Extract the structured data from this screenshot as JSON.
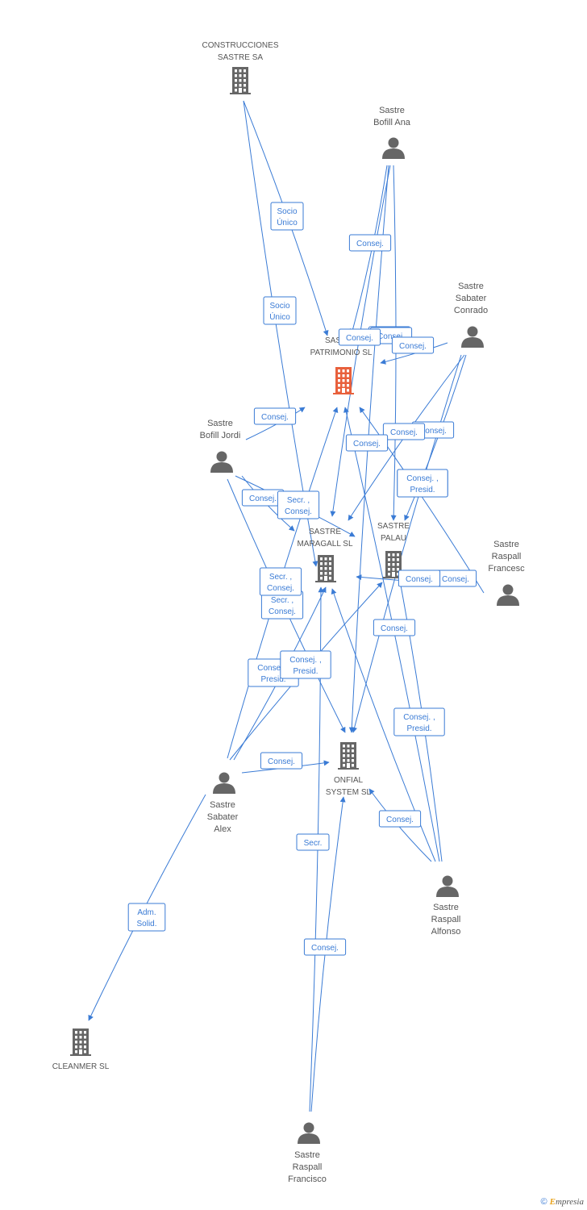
{
  "colors": {
    "edge": "#3a7bd5",
    "node": "#666666",
    "focus": "#e8603c",
    "text": "#555555"
  },
  "nodes": [
    {
      "id": "construcciones",
      "type": "company",
      "label": [
        "CONSTRUCCIONES",
        "SASTRE SA"
      ],
      "icon": "building-icon"
    },
    {
      "id": "patrimonio",
      "type": "company",
      "focus": true,
      "label": [
        "SASTRE",
        "PATRIMONIO SL"
      ],
      "icon": "building-icon"
    },
    {
      "id": "maragall",
      "type": "company",
      "label": [
        "SASTRE",
        "MARAGALL SL"
      ],
      "icon": "building-icon"
    },
    {
      "id": "palau",
      "type": "company",
      "label": [
        "SASTRE",
        "PALAU"
      ],
      "icon": "building-icon"
    },
    {
      "id": "onfial",
      "type": "company",
      "label": [
        "ONFIAL",
        "SYSTEM SL"
      ],
      "icon": "building-icon"
    },
    {
      "id": "cleanmer",
      "type": "company",
      "label": [
        "CLEANMER SL"
      ],
      "icon": "building-icon"
    },
    {
      "id": "ana",
      "type": "person",
      "label": [
        "Sastre",
        "Bofill Ana"
      ],
      "icon": "person-icon"
    },
    {
      "id": "conrado",
      "type": "person",
      "label": [
        "Sastre",
        "Sabater",
        "Conrado"
      ],
      "icon": "person-icon"
    },
    {
      "id": "jordi",
      "type": "person",
      "label": [
        "Sastre",
        "Bofill Jordi"
      ],
      "icon": "person-icon"
    },
    {
      "id": "francesc",
      "type": "person",
      "label": [
        "Sastre",
        "Raspall",
        "Francesc"
      ],
      "icon": "person-icon"
    },
    {
      "id": "alex",
      "type": "person",
      "label": [
        "Sastre",
        "Sabater",
        "Alex"
      ],
      "icon": "person-icon"
    },
    {
      "id": "alfonso",
      "type": "person",
      "label": [
        "Sastre",
        "Raspall",
        "Alfonso"
      ],
      "icon": "person-icon"
    },
    {
      "id": "francisco",
      "type": "person",
      "label": [
        "Sastre",
        "Raspall",
        "Francisco"
      ],
      "icon": "person-icon"
    }
  ],
  "edges": [
    {
      "from": "construcciones",
      "to": "patrimonio",
      "label": [
        "Socio",
        "Único"
      ]
    },
    {
      "from": "construcciones",
      "to": "maragall",
      "label": [
        "Socio",
        "Único"
      ]
    },
    {
      "from": "ana",
      "to": "patrimonio",
      "label": [
        "Consej."
      ]
    },
    {
      "from": "ana",
      "to": "maragall",
      "label": [
        "Consej."
      ]
    },
    {
      "from": "ana",
      "to": "palau",
      "label": [
        "Consej."
      ]
    },
    {
      "from": "ana",
      "to": "onfial",
      "label": [
        "Consej."
      ]
    },
    {
      "from": "conrado",
      "to": "patrimonio",
      "label": [
        "Consej."
      ]
    },
    {
      "from": "conrado",
      "to": "maragall",
      "label": [
        "Consej."
      ]
    },
    {
      "from": "conrado",
      "to": "palau",
      "label": [
        "Consej. ,",
        "Presid."
      ]
    },
    {
      "from": "conrado",
      "to": "onfial",
      "label": [
        "Consej."
      ]
    },
    {
      "from": "jordi",
      "to": "patrimonio",
      "label": [
        "Consej."
      ]
    },
    {
      "from": "jordi",
      "to": "maragall",
      "label": [
        "Consej."
      ]
    },
    {
      "from": "jordi",
      "to": "palau",
      "label": [
        "Secr. ,",
        "Consej."
      ]
    },
    {
      "from": "jordi",
      "to": "onfial",
      "label": [
        "Secr. ,",
        "Consej."
      ]
    },
    {
      "from": "francesc",
      "to": "patrimonio",
      "label": [
        "Consej. ,",
        "Presid."
      ]
    },
    {
      "from": "francesc",
      "to": "maragall",
      "label": [
        "Consej."
      ]
    },
    {
      "from": "francesc",
      "to": "palau",
      "label": [
        "Consej."
      ]
    },
    {
      "from": "alex",
      "to": "patrimonio",
      "label": [
        "Secr. ,",
        "Consej."
      ]
    },
    {
      "from": "alex",
      "to": "maragall",
      "label": [
        "Consej. ,",
        "Presid."
      ]
    },
    {
      "from": "alex",
      "to": "palau",
      "label": [
        "Consej."
      ]
    },
    {
      "from": "alex",
      "to": "onfial",
      "label": [
        "Consej."
      ]
    },
    {
      "from": "alex",
      "to": "cleanmer",
      "label": [
        "Adm.",
        "Solid."
      ]
    },
    {
      "from": "alfonso",
      "to": "patrimonio",
      "label": [
        "Consej."
      ]
    },
    {
      "from": "alfonso",
      "to": "maragall",
      "label": [
        "Consej. ,",
        "Presid."
      ]
    },
    {
      "from": "alfonso",
      "to": "palau",
      "label": [
        "Consej. ,",
        "Presid."
      ]
    },
    {
      "from": "alfonso",
      "to": "onfial",
      "label": [
        "Consej."
      ]
    },
    {
      "from": "francisco",
      "to": "maragall",
      "label": [
        "Secr."
      ]
    },
    {
      "from": "francisco",
      "to": "onfial",
      "label": [
        "Consej."
      ]
    }
  ],
  "footer": {
    "copyright": "©",
    "brand_initial": "E",
    "brand_rest": "mpresia"
  }
}
